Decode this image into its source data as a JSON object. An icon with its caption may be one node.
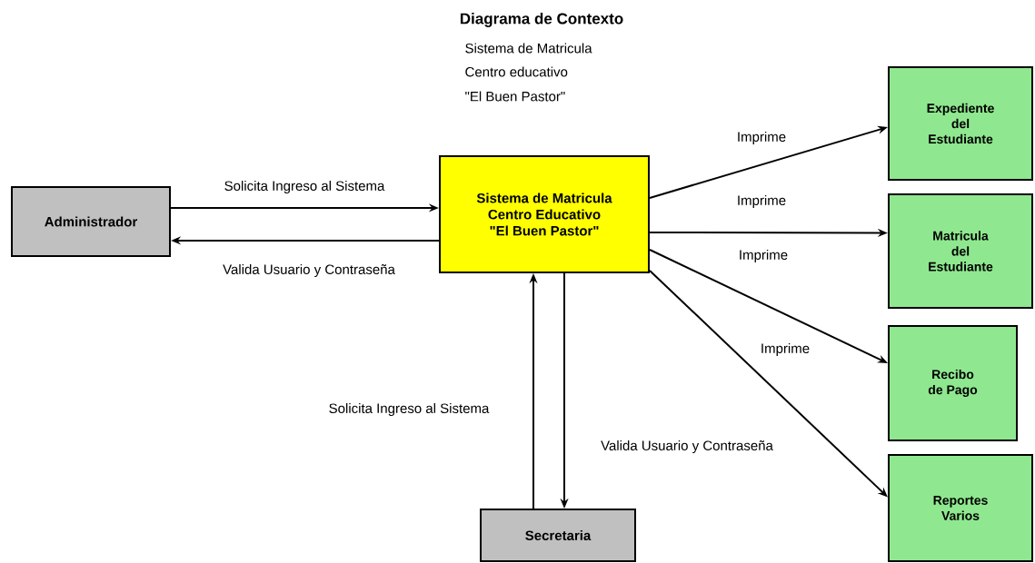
{
  "diagram": {
    "title": "Diagrama de Contexto",
    "nodes": [
      {
        "text": [
          "Administrador"
        ]
      },
      {
        "text": [
          "Sistema de Matricula Centro Educativo \"El Buen Pastor\""
        ]
      },
      {
        "text": [
          "Secretaria"
        ]
      },
      {
        "text": [
          "Expediente del Estudiante"
        ]
      },
      {
        "text": [
          "Matricula del Estudiante"
        ]
      },
      {
        "text": [
          "Recibo de Pago"
        ]
      },
      {
        "text": [
          "Reportes Varios"
        ]
      }
    ],
    "edges": [
      {
        "from": 0,
        "to": 1,
        "arrow": "to",
        "label": "Solicita Ingreso al Sistema"
      },
      {
        "from": 1,
        "to": 0,
        "arrow": "to",
        "label": "Valida Usuario y Contraseña"
      },
      {
        "from": 2,
        "to": 1,
        "arrow": "to",
        "label": "Solicita Ingreso al Sistema"
      },
      {
        "from": 1,
        "to": 2,
        "arrow": "to",
        "label": "Valida Usuario y Contraseña"
      },
      {
        "from": 1,
        "to": 3,
        "arrow": "to",
        "label": "Imprime"
      },
      {
        "from": 1,
        "to": 4,
        "arrow": "to",
        "label": "Imprime"
      },
      {
        "from": 1,
        "to": 5,
        "arrow": "to",
        "label": "Imprime"
      },
      {
        "from": 1,
        "to": 6,
        "arrow": "to",
        "label": "Imprime"
      }
    ],
    "labels": [
      "Sistema de Matricula",
      "Centro educativo",
      "\"El Buen Pastor\""
    ]
  }
}
